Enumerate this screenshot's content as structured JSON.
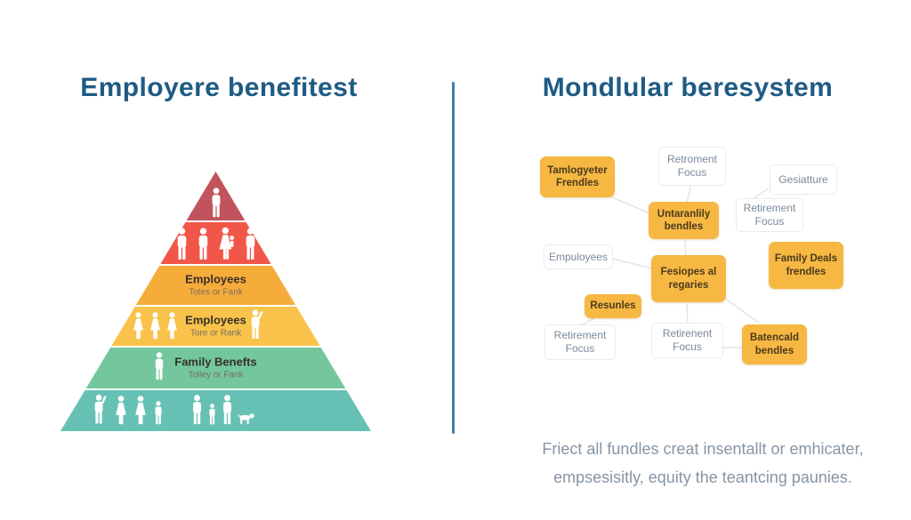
{
  "left_panel": {
    "title": "Employere benefitest",
    "pyramid_tiers": [
      {
        "name": "tier-1",
        "color": "#c0535c",
        "label": "",
        "sublabel": "",
        "icons": [
          "person"
        ]
      },
      {
        "name": "tier-2",
        "color": "#f15749",
        "label": "",
        "sublabel": "",
        "icons": [
          "person",
          "person",
          "parent-with-child",
          "person"
        ]
      },
      {
        "name": "tier-3",
        "color": "#f6ac3b",
        "label": "Employees",
        "sublabel": "Totes or Fank",
        "icons": []
      },
      {
        "name": "tier-4",
        "color": "#f9c34b",
        "label": "Employees",
        "sublabel": "Tore or Rank",
        "icons": [
          "woman",
          "woman",
          "woman",
          "waving-person"
        ]
      },
      {
        "name": "tier-5",
        "color": "#74c79c",
        "label": "Family Benefts",
        "sublabel": "Tolley or Fank",
        "icons": [
          "person"
        ]
      },
      {
        "name": "tier-6",
        "color": "#66c1b4",
        "label": "",
        "sublabel": "",
        "icons": [
          "waving-person",
          "woman",
          "woman",
          "child",
          "person",
          "child",
          "person",
          "dog"
        ]
      }
    ]
  },
  "right_panel": {
    "title": "Mondlular beresystem",
    "nodes": [
      {
        "id": "tamlogyeter-frendles",
        "label": "Tamlogyeter Frendles",
        "style": "orange"
      },
      {
        "id": "retroment-focus",
        "label": "Retroment Focus",
        "style": "white"
      },
      {
        "id": "gesiatture",
        "label": "Gesiatture",
        "style": "white"
      },
      {
        "id": "untaranlily-bendles",
        "label": "Untaranlily bendles",
        "style": "orange"
      },
      {
        "id": "retirement-focus-upper",
        "label": "Retirement Focus",
        "style": "white"
      },
      {
        "id": "empuloyees",
        "label": "Empuloyees",
        "style": "white"
      },
      {
        "id": "fesiopes-al-regaries",
        "label": "Fesiopes al regaries",
        "style": "orange"
      },
      {
        "id": "family-deals-frendles",
        "label": "Family Deals frendles",
        "style": "orange"
      },
      {
        "id": "resunles",
        "label": "Resunles",
        "style": "orange"
      },
      {
        "id": "retirement-focus-lower-left",
        "label": "Retirement Focus",
        "style": "white"
      },
      {
        "id": "retirenent-focus-lower-mid",
        "label": "Retirenent Focus",
        "style": "white"
      },
      {
        "id": "batencald-bendles",
        "label": "Batencald bendles",
        "style": "orange"
      }
    ],
    "footer": {
      "line1": "Friect all fundles creat insentallt or emhicater,",
      "line2": "empsesisitly, equity the teantcing paunies."
    }
  },
  "colors": {
    "title_text": "#1e5b84",
    "divider": "#3f80a8",
    "orange_node_bg": "#f7b843",
    "white_node_border": "#ebebef",
    "connector_line": "#e3e4e8",
    "footer_text": "#8795a3",
    "tier1": "#c0535c",
    "tier2": "#f15749",
    "tier3": "#f6ac3b",
    "tier4": "#f9c34b",
    "tier5": "#74c79c",
    "tier6": "#66c1b4"
  }
}
